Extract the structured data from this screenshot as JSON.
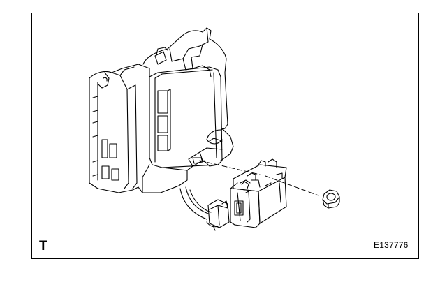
{
  "figure": {
    "corner_mark": "T",
    "code": "E137776"
  },
  "colors": {
    "line": "#000000",
    "background": "#ffffff"
  },
  "components": [
    {
      "name": "instrument-panel-junction-block",
      "icon": "junction-block-outline"
    },
    {
      "name": "relay-module",
      "icon": "relay-box-outline"
    },
    {
      "name": "wire-harness-connector",
      "icon": "connector-outline"
    },
    {
      "name": "nut",
      "icon": "hex-nut-outline"
    }
  ]
}
